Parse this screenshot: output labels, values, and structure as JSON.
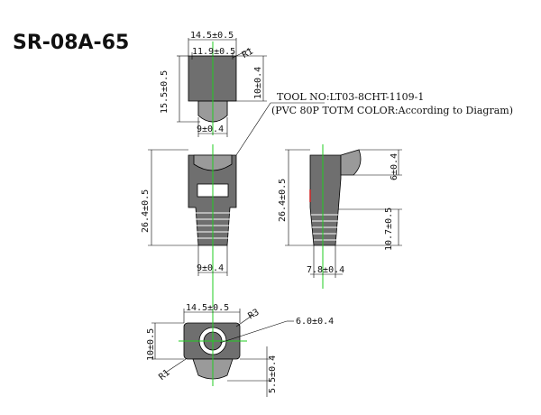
{
  "title": "SR-08A-65",
  "tool_note": {
    "line1": "TOOL NO:LT03-8CHT-1109-1",
    "line2": "(PVC 80P TOTM COLOR:According to Diagram)"
  },
  "top_view": {
    "width_outer": "14.5±0.5",
    "width_inner": "11.9±0.5",
    "radius": "R1",
    "height": "15.5±0.5",
    "slot_height": "10±0.4",
    "bottom_width": "9±0.4"
  },
  "front_view": {
    "height": "26.4±0.5",
    "bottom_width": "9±0.4"
  },
  "side_view": {
    "height": "26.4±0.5",
    "top_dim": "6±0.4",
    "ribs_height": "10.7±0.5",
    "bottom_width": "7.8±0.4"
  },
  "bottom_view": {
    "width": "14.5±0.5",
    "radius_top": "R3",
    "hole_dia": "6.0±0.4",
    "height": "10±0.5",
    "radius_bottom": "R1",
    "lip": "5.5±0.4"
  },
  "colors": {
    "body": "#6f6f6f",
    "centerline": "#22cc22",
    "accent": "#cc2222"
  }
}
